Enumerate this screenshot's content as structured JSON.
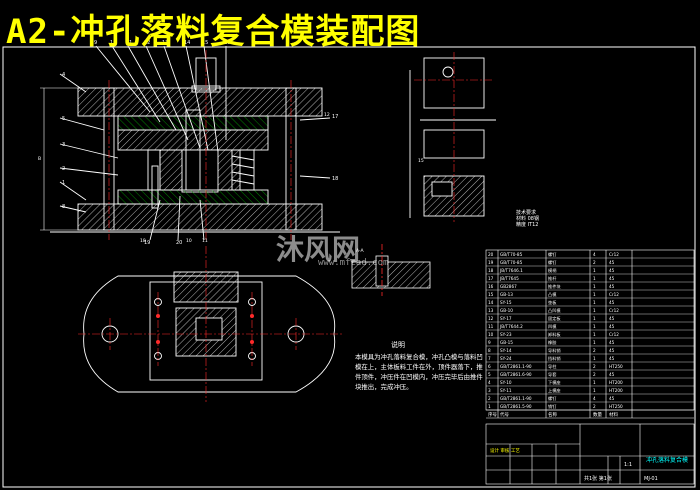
{
  "drawing": {
    "title": "A2-冲孔落料复合模装配图",
    "watermark": "沐风网",
    "watermark_sub": "www.mfcad.com",
    "notes_title": "说明",
    "notes_body": "本模具为冲孔落料复合模，冲孔凸模与落料凹模在上，主体板料工件在外，顶件器落下，推件顶件，冲压件在凹模内，冲压完毕后由推件块推出，完成冲压。",
    "tech_req": [
      "技术要求",
      "材料 08钢",
      "精度 IT12"
    ],
    "callouts": [
      "4",
      "5",
      "3",
      "2",
      "1",
      "8",
      "9",
      "10",
      "11",
      "12",
      "13",
      "14",
      "15",
      "16",
      "17",
      "18",
      "19",
      "20"
    ],
    "dim_labels": [
      "B",
      "A-A",
      "18",
      "10",
      "11",
      "12",
      "15"
    ],
    "bom_rows": [
      [
        "20",
        "GB/T70-85",
        "螺钉",
        "4",
        "Cr12"
      ],
      [
        "19",
        "GB/T70-85",
        "螺钉",
        "2",
        "45"
      ],
      [
        "18",
        "JB/T7646.1",
        "模柄",
        "1",
        "45"
      ],
      [
        "17",
        "JB/T7645",
        "推杆",
        "1",
        "45"
      ],
      [
        "16",
        "GB2867",
        "推件块",
        "1",
        "45"
      ],
      [
        "15",
        "GB-13",
        "凸模",
        "1",
        "Cr12"
      ],
      [
        "14",
        "SY-15",
        "垫板",
        "1",
        "45"
      ],
      [
        "13",
        "GB-10",
        "凸凹模",
        "1",
        "Cr12"
      ],
      [
        "12",
        "SY-17",
        "固定板",
        "1",
        "45"
      ],
      [
        "11",
        "JB/T7644.2",
        "凹模",
        "1",
        "45"
      ],
      [
        "10",
        "SY-23",
        "卸料板",
        "1",
        "Cr12"
      ],
      [
        "9",
        "GB-15",
        "橡胶",
        "1",
        "45"
      ],
      [
        "8",
        "SY-14",
        "导料销",
        "2",
        "45"
      ],
      [
        "7",
        "SY-24",
        "挡料销",
        "1",
        "45"
      ],
      [
        "6",
        "GB/T2861.1-90",
        "导柱",
        "2",
        "HT250"
      ],
      [
        "5",
        "GB/T2861.6-90",
        "导套",
        "2",
        "45"
      ],
      [
        "4",
        "SY-10",
        "下模座",
        "1",
        "HT200"
      ],
      [
        "3",
        "SY-11",
        "上模座",
        "1",
        "HT200"
      ],
      [
        "2",
        "GB/T2861.1-90",
        "螺钉",
        "4",
        "45"
      ],
      [
        "1",
        "GB/T2861.5-90",
        "销钉",
        "2",
        "HT250"
      ]
    ],
    "bom_header": [
      "序号",
      "代号",
      "名称",
      "数量",
      "材料"
    ],
    "title_block": {
      "name": "冲孔落料复合模",
      "scale": "1:1",
      "sheet": "共1张 第1张",
      "drawing_no": "MJ-01",
      "company": "设计 审核 工艺"
    }
  },
  "colors": {
    "bg": "#000000",
    "line": "#ffffff",
    "title": "#ffff00",
    "center": "#ff2a2a",
    "hatch": "#00c000",
    "cyan": "#00ffff"
  }
}
